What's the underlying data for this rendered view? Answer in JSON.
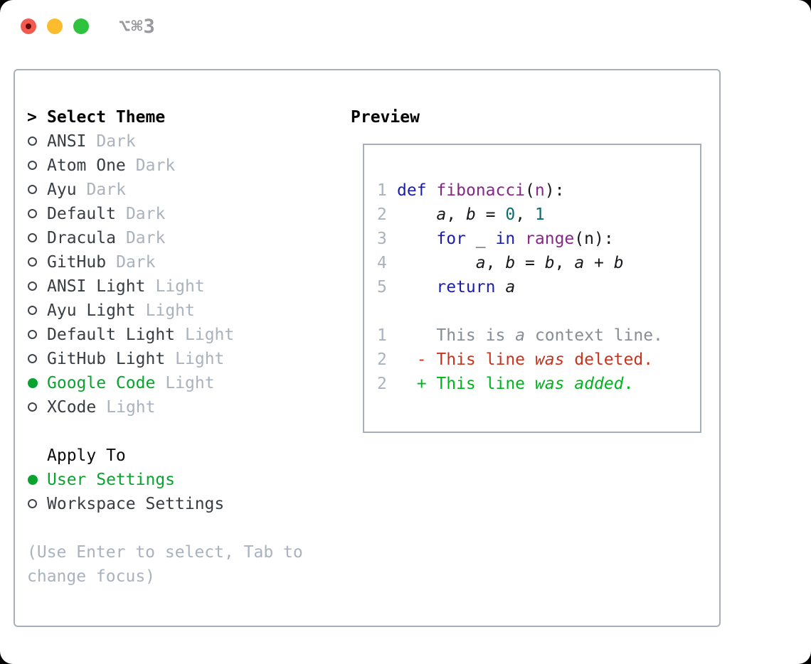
{
  "window": {
    "title": "⌥⌘3",
    "traffic_lights": [
      {
        "name": "close",
        "color": "#f2594f"
      },
      {
        "name": "minimize",
        "color": "#fbbd2d"
      },
      {
        "name": "zoom",
        "color": "#2ec23e"
      }
    ]
  },
  "theme_panel": {
    "header_marker": ">",
    "header_label": "Select Theme",
    "items": [
      {
        "name": "ANSI",
        "tag": "Dark",
        "selected": false
      },
      {
        "name": "Atom One",
        "tag": "Dark",
        "selected": false
      },
      {
        "name": "Ayu",
        "tag": "Dark",
        "selected": false
      },
      {
        "name": "Default",
        "tag": "Dark",
        "selected": false
      },
      {
        "name": "Dracula",
        "tag": "Dark",
        "selected": false
      },
      {
        "name": "GitHub",
        "tag": "Dark",
        "selected": false
      },
      {
        "name": "ANSI Light",
        "tag": "Light",
        "selected": false
      },
      {
        "name": "Ayu Light",
        "tag": "Light",
        "selected": false
      },
      {
        "name": "Default Light",
        "tag": "Light",
        "selected": false
      },
      {
        "name": "GitHub Light",
        "tag": "Light",
        "selected": false
      },
      {
        "name": "Google Code",
        "tag": "Light",
        "selected": true
      },
      {
        "name": "XCode",
        "tag": "Light",
        "selected": false
      }
    ],
    "apply_to_label": "Apply To",
    "apply_options": [
      {
        "label": "User Settings",
        "selected": true
      },
      {
        "label": "Workspace Settings",
        "selected": false
      }
    ],
    "help_text": "(Use Enter to select, Tab to change focus)"
  },
  "preview": {
    "label": "Preview",
    "lines": [
      {
        "num": "1",
        "tokens": [
          {
            "t": "def",
            "c": "kw"
          },
          {
            "t": " ",
            "c": "pl"
          },
          {
            "t": "fibonacci",
            "c": "fn"
          },
          {
            "t": "(",
            "c": "pl"
          },
          {
            "t": "n",
            "c": "fn"
          },
          {
            "t": "):",
            "c": "pl"
          }
        ]
      },
      {
        "num": "2",
        "tokens": [
          {
            "t": "    ",
            "c": "pl"
          },
          {
            "t": "a",
            "c": "it"
          },
          {
            "t": ", ",
            "c": "pl"
          },
          {
            "t": "b",
            "c": "it"
          },
          {
            "t": " = ",
            "c": "pl"
          },
          {
            "t": "0",
            "c": "num"
          },
          {
            "t": ", ",
            "c": "pl"
          },
          {
            "t": "1",
            "c": "num"
          }
        ]
      },
      {
        "num": "3",
        "tokens": [
          {
            "t": "    ",
            "c": "pl"
          },
          {
            "t": "for",
            "c": "kw"
          },
          {
            "t": " _ ",
            "c": "pl"
          },
          {
            "t": "in",
            "c": "kw"
          },
          {
            "t": " ",
            "c": "pl"
          },
          {
            "t": "range",
            "c": "fn"
          },
          {
            "t": "(n):",
            "c": "pl"
          }
        ]
      },
      {
        "num": "4",
        "tokens": [
          {
            "t": "        ",
            "c": "pl"
          },
          {
            "t": "a",
            "c": "it"
          },
          {
            "t": ", ",
            "c": "pl"
          },
          {
            "t": "b",
            "c": "it"
          },
          {
            "t": " = ",
            "c": "pl"
          },
          {
            "t": "b",
            "c": "it"
          },
          {
            "t": ", ",
            "c": "pl"
          },
          {
            "t": "a",
            "c": "it"
          },
          {
            "t": " + ",
            "c": "pl"
          },
          {
            "t": "b",
            "c": "it"
          }
        ]
      },
      {
        "num": "5",
        "tokens": [
          {
            "t": "    ",
            "c": "pl"
          },
          {
            "t": "return",
            "c": "kw"
          },
          {
            "t": " ",
            "c": "pl"
          },
          {
            "t": "a",
            "c": "it"
          }
        ]
      },
      {
        "num": "",
        "tokens": []
      },
      {
        "num": "1",
        "tokens": [
          {
            "t": "    This is ",
            "c": "ctx"
          },
          {
            "t": "a",
            "c": "ctxi"
          },
          {
            "t": " context line.",
            "c": "ctx"
          }
        ]
      },
      {
        "num": "2",
        "tokens": [
          {
            "t": "  - This line ",
            "c": "del"
          },
          {
            "t": "was",
            "c": "deli"
          },
          {
            "t": " deleted.",
            "c": "del"
          }
        ]
      },
      {
        "num": "2",
        "tokens": [
          {
            "t": "  + This line ",
            "c": "add"
          },
          {
            "t": "was",
            "c": "addi"
          },
          {
            "t": " ",
            "c": "add"
          },
          {
            "t": "added",
            "c": "addi"
          },
          {
            "t": ".",
            "c": "add"
          }
        ]
      }
    ]
  },
  "colors": {
    "selection_green": "#0aa32f",
    "diff_added_green": "#00b41e",
    "diff_deleted_red": "#c8331d",
    "keyword_blue": "#1a1eb0",
    "function_magenta": "#872887",
    "number_teal": "#0f6b6b",
    "muted_gray": "#a9b2bd",
    "panel_border": "#a7b0ba"
  }
}
